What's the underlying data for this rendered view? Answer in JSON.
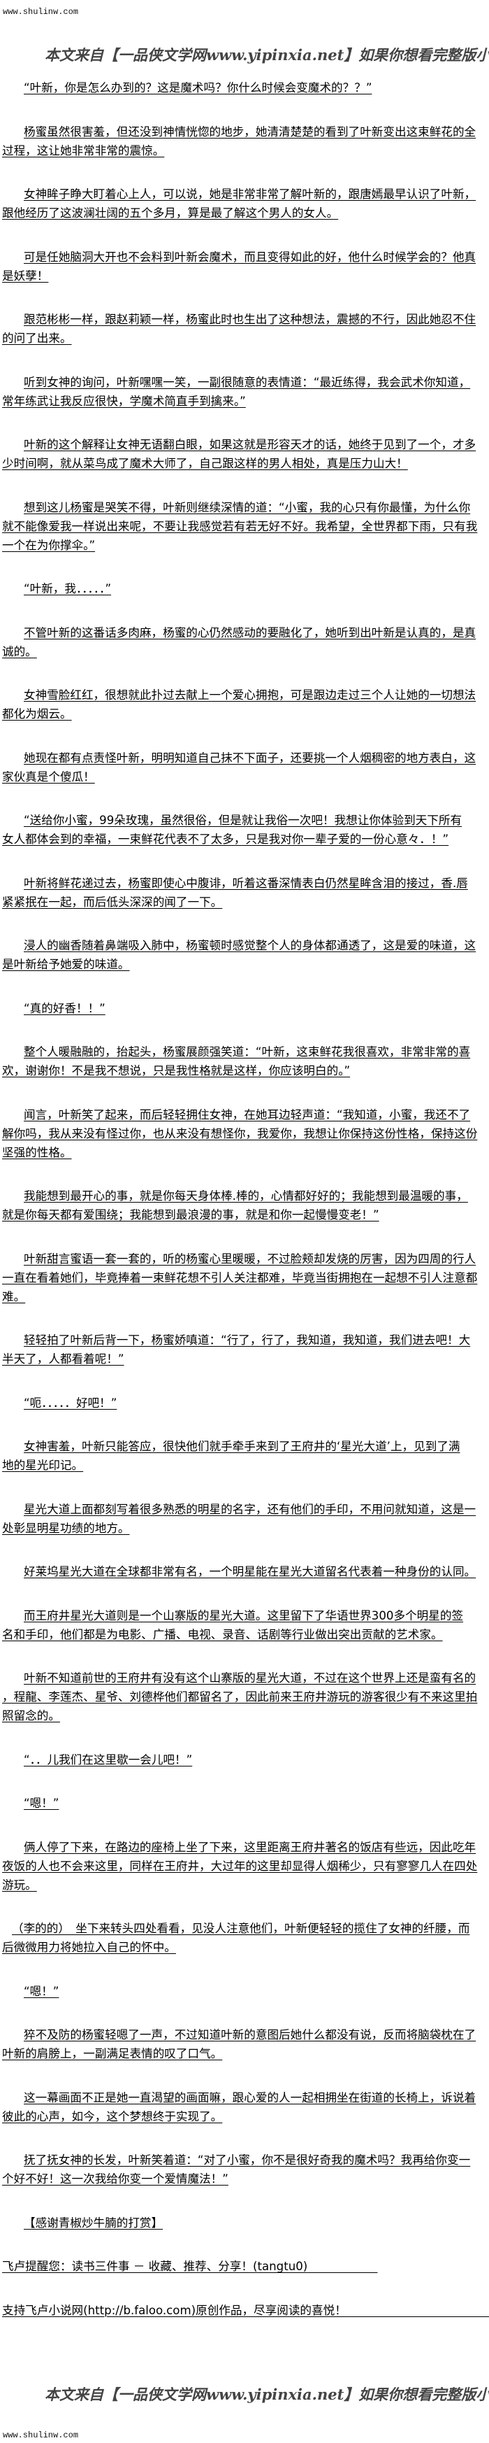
{
  "header": {
    "site_url": "www.shulinw.com",
    "banner": "本文来自【一品侠文学网www.yipinxia.net】如果你想看完整版小说，请"
  },
  "footer": {
    "site_url": "www.shulinw.com",
    "banner": "本文来自【一品侠文学网www.yipinxia.net】如果你想看完整版小说，请"
  },
  "paragraphs": [
    {
      "lines": [
        "“叶新，你是怎么办到的？这是魔术吗？你什么时候会变魔术的？？”"
      ]
    },
    {
      "lines": [
        "杨蜜虽然很害羞，但还没到神情恍惚的地步，她清清楚楚的看到了叶新变出这束鲜花的全",
        "过程，这让她非常非常的震惊。"
      ]
    },
    {
      "lines": [
        "女神眸子睁大盯着心上人，可以说，她是非常非常了解叶新的，跟唐嫣最早认识了叶新，",
        "跟他经历了这波澜壮阔的五个多月，算是最了解这个男人的女人。"
      ]
    },
    {
      "lines": [
        "可是任她脑洞大开也不会料到叶新会魔术，而且变得如此的好，他什么时候学会的？他真",
        "是妖孽！"
      ]
    },
    {
      "lines": [
        "跟范彬彬一样，跟赵莉颖一样，杨蜜此时也生出了这种想法，震撼的不行，因此她忍不住",
        "的问了出来。"
      ]
    },
    {
      "lines": [
        "听到女神的询问，叶新嘿嘿一笑，一副很随意的表情道：“最近练得，我会武术你知道，",
        "常年练武让我反应很快，学魔术简直手到擒来。”"
      ]
    },
    {
      "lines": [
        "叶新的这个解释让女神无语翻白眼，如果这就是形容天才的话，她终于见到了一个，才多",
        "少时间啊，就从菜鸟成了魔术大师了，自己跟这样的男人相处，真是压力山大！"
      ]
    },
    {
      "lines": [
        "想到这儿杨蜜是哭笑不得，叶新则继续深情的道：“小蜜，我的心只有你最懂，为什么你",
        "就不能像爱我一样说出来呢，不要让我感觉若有若无好不好。我希望，全世界都下雨，只有我",
        "一个在为你撑伞。”"
      ]
    },
    {
      "lines": [
        "“叶新，我．．．．．”"
      ]
    },
    {
      "lines": [
        "不管叶新的这番话多肉麻，杨蜜的心仍然感动的要融化了，她听到出叶新是认真的，是真",
        "诚的。"
      ]
    },
    {
      "lines": [
        "女神雪脸红红，很想就此扑过去献上一个爱心拥抱，可是跟边走过三个人让她的一切想法",
        "都化为烟云。"
      ]
    },
    {
      "lines": [
        "她现在都有点责怪叶新，明明知道自己抹不下面子，还要挑一个人烟稠密的地方表白，这",
        "家伙真是个傻瓜！"
      ]
    },
    {
      "lines": [
        "“送给你小蜜，99朵玫瑰，虽然很俗，但是就让我俗一次吧！我想让你体验到天下所有",
        "女人都体会到的幸福，一束鲜花代表不了太多，只是我对你一辈子爱的一份心意々．！”"
      ]
    },
    {
      "lines": [
        "叶新将鲜花递过去，杨蜜即使心中腹诽，听着这番深情表白仍然星眸含泪的接过，香.唇",
        "紧紧抿在一起，而后低头深深的闻了一下。"
      ]
    },
    {
      "lines": [
        "浸人的幽香随着鼻端吸入肺中，杨蜜顿时感觉整个人的身体都通透了，这是爱的味道，这",
        "是叶新给予她爱的味道。"
      ]
    },
    {
      "lines": [
        "“真的好香！！”"
      ]
    },
    {
      "lines": [
        "整个人暖融融的，抬起头，杨蜜展颜强笑道：“叶新，这束鲜花我很喜欢，非常非常的喜",
        "欢，谢谢你！不是我不想说，只是我性格就是这样，你应该明白的。”"
      ]
    },
    {
      "lines": [
        "闻言，叶新笑了起来，而后轻轻拥住女神，在她耳边轻声道：“我知道，小蜜，我还不了",
        "解你吗，我从来没有怪过你，也从来没有想怪你，我爱你，我想让你保持这份性格，保持这份",
        "坚强的性格。"
      ]
    },
    {
      "lines": [
        "我能想到最开心的事，就是你每天身体棒.棒的，心情都好好的；我能想到最温暖的事，",
        "就是你每天都有爱围绕；我能想到最浪漫的事，就是和你一起慢慢变老！”"
      ]
    },
    {
      "lines": [
        "叶新甜言蜜语一套一套的，听的杨蜜心里暖暖，不过脸颊却发烧的厉害，因为四周的行人",
        "一直在看着她们，毕竟捧着一束鲜花想不引人关注都难，毕竟当街拥抱在一起想不引人注意都",
        "难。"
      ]
    },
    {
      "lines": [
        "轻轻拍了叶新后背一下，杨蜜娇嗔道：“行了，行了，我知道，我知道，我们进去吧！大",
        "半天了，人都看着呢！”"
      ]
    },
    {
      "lines": [
        "“呃．．．．．好吧！”"
      ]
    },
    {
      "lines": [
        "女神害羞，叶新只能答应，很快他们就手牵手来到了王府井的‘星光大道’上，见到了满",
        "地的星光印记。"
      ]
    },
    {
      "lines": [
        "星光大道上面都刻写着很多熟悉的明星的名字，还有他们的手印，不用问就知道，这是一",
        "处彰显明星功绩的地方。"
      ]
    },
    {
      "lines": [
        "好莱坞星光大道在全球都非常有名，一个明星能在星光大道留名代表着一种身份的认同。"
      ]
    },
    {
      "lines": [
        "而王府井星光大道则是一个山寨版的星光大道。这里留下了华语世界300多个明星的签",
        "名和手印，他们都是为电影、广播、电视、录音、话剧等行业做出突出贡献的艺术家。"
      ]
    },
    {
      "lines": [
        "叶新不知道前世的王府井有没有这个山寨版的星光大道，不过在这个世界上还是蛮有名的",
        "，程龍、李莲杰、星爷、刘德桦他们都留名了，因此前来王府井游玩的游客很少有不来这里拍",
        "照留念的。"
      ]
    },
    {
      "lines": [
        "“．．儿我们在这里歇一会儿吧！”"
      ]
    },
    {
      "lines": [
        "“嗯！”"
      ]
    },
    {
      "lines": [
        "俩人停了下来，在路边的座椅上坐了下来，这里距离王府井著名的饭店有些远，因此吃年",
        "夜饭的人也不会来这里，同样在王府井，大过年的这里却显得人烟稀少，只有寥寥几人在四处",
        "游玩。"
      ]
    },
    {
      "lines": [
        "（李的的）　坐下来转头四处看看，见没人注意他们，叶新便轻轻的揽住了女神的纤腰，而",
        "后微微用力将她拉入自己的怀中。"
      ]
    },
    {
      "lines": [
        "“嗯！”"
      ]
    },
    {
      "lines": [
        "猝不及防的杨蜜轻嗯了一声，不过知道叶新的意图后她什么都没有说，反而将脑袋枕在了",
        "叶新的肩膀上，一副满足表情的叹了口气。"
      ]
    },
    {
      "lines": [
        "这一幕画面不正是她一直渴望的画面嘛，跟心爱的人一起相拥坐在街道的长椅上，诉说着",
        "彼此的心声，如今，这个梦想终于实现了。"
      ]
    },
    {
      "lines": [
        "抚了抚女神的长发，叶新笑着道：“对了小蜜，你不是很好奇我的魔术吗？我再给你变一",
        "个好不好！这一次我给你变一个爱情魔法！”"
      ]
    },
    {
      "lines": [
        "【感谢青椒炒牛腩的打赏】"
      ]
    },
    {
      "lines": [
        "飞卢提醒您：读书三件事 － 收藏、推荐、分享！(tangtu0)"
      ]
    },
    {
      "lines": [
        "支持飞卢小说网(http://b.faloo.com)原创作品，尽享阅读的喜悦！"
      ]
    }
  ]
}
